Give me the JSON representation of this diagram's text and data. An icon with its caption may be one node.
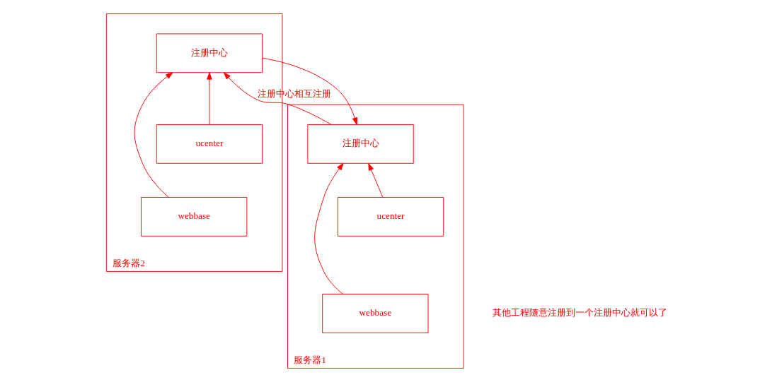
{
  "diagram": {
    "nodes": [
      {
        "text": [
          "服务器1"
        ]
      },
      {
        "text": [
          "注册中心"
        ],
        "in": 0
      },
      {
        "text": [
          "ucenter"
        ],
        "in": 0
      },
      {
        "text": [
          "webbase"
        ],
        "in": 0
      },
      {
        "text": [
          "服务器2"
        ]
      },
      {
        "text": [
          "注册中心"
        ],
        "in": 4
      },
      {
        "text": [
          "ucenter"
        ],
        "in": 4
      },
      {
        "text": [
          "webbase"
        ],
        "in": 4
      }
    ],
    "edges": [
      {
        "from": 1,
        "to": 5,
        "arrow": "to",
        "label": "注册中心相互注册"
      },
      {
        "from": 5,
        "to": 1,
        "arrow": "to"
      },
      {
        "from": 2,
        "to": 1,
        "arrow": "to"
      },
      {
        "from": 3,
        "to": 1,
        "arrow": "to"
      },
      {
        "from": 6,
        "to": 5,
        "arrow": "to"
      },
      {
        "from": 7,
        "to": 5,
        "arrow": "to"
      }
    ],
    "labels": [
      "其他工程随意注册到一个注册中心就可以了"
    ]
  }
}
